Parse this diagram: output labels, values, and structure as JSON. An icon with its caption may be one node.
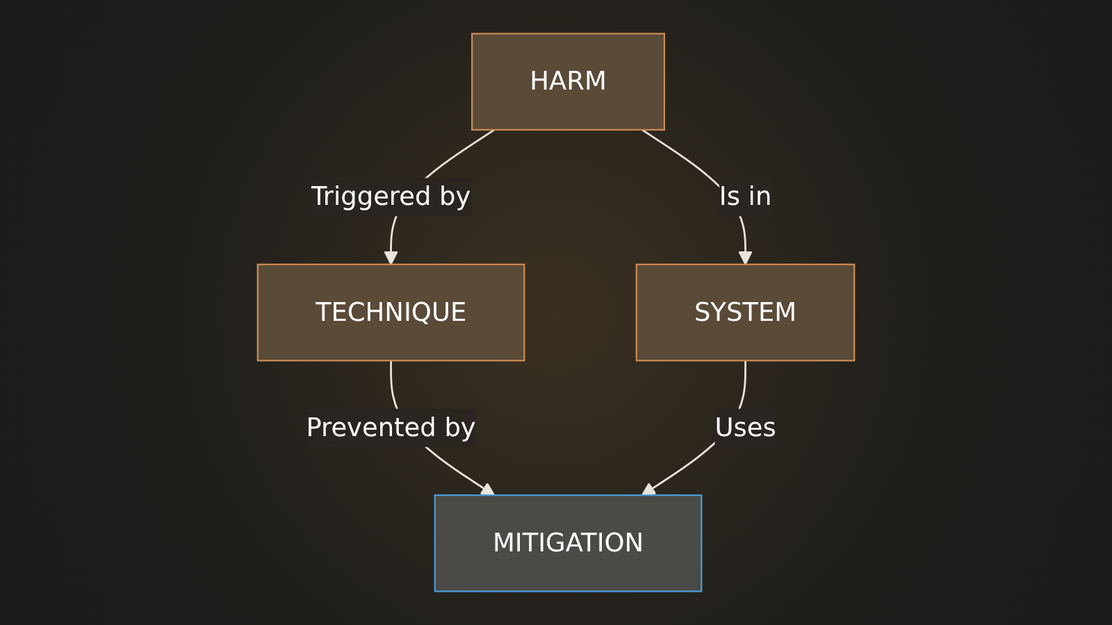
{
  "diagram": {
    "nodes": [
      {
        "text": [
          "TECHNIQUE"
        ]
      },
      {
        "text": [
          "HARM"
        ]
      },
      {
        "text": [
          "MITIGATION"
        ]
      },
      {
        "text": [
          "SYSTEM"
        ]
      }
    ],
    "edges": [
      {
        "from": 1,
        "to": 0,
        "arrow": "to",
        "label": "Triggered by"
      },
      {
        "from": 0,
        "to": 2,
        "arrow": "to",
        "label": "Prevented by"
      },
      {
        "from": 1,
        "to": 3,
        "arrow": "to",
        "label": "Is in"
      },
      {
        "from": 3,
        "to": 2,
        "arrow": "to",
        "label": "Uses"
      }
    ]
  }
}
